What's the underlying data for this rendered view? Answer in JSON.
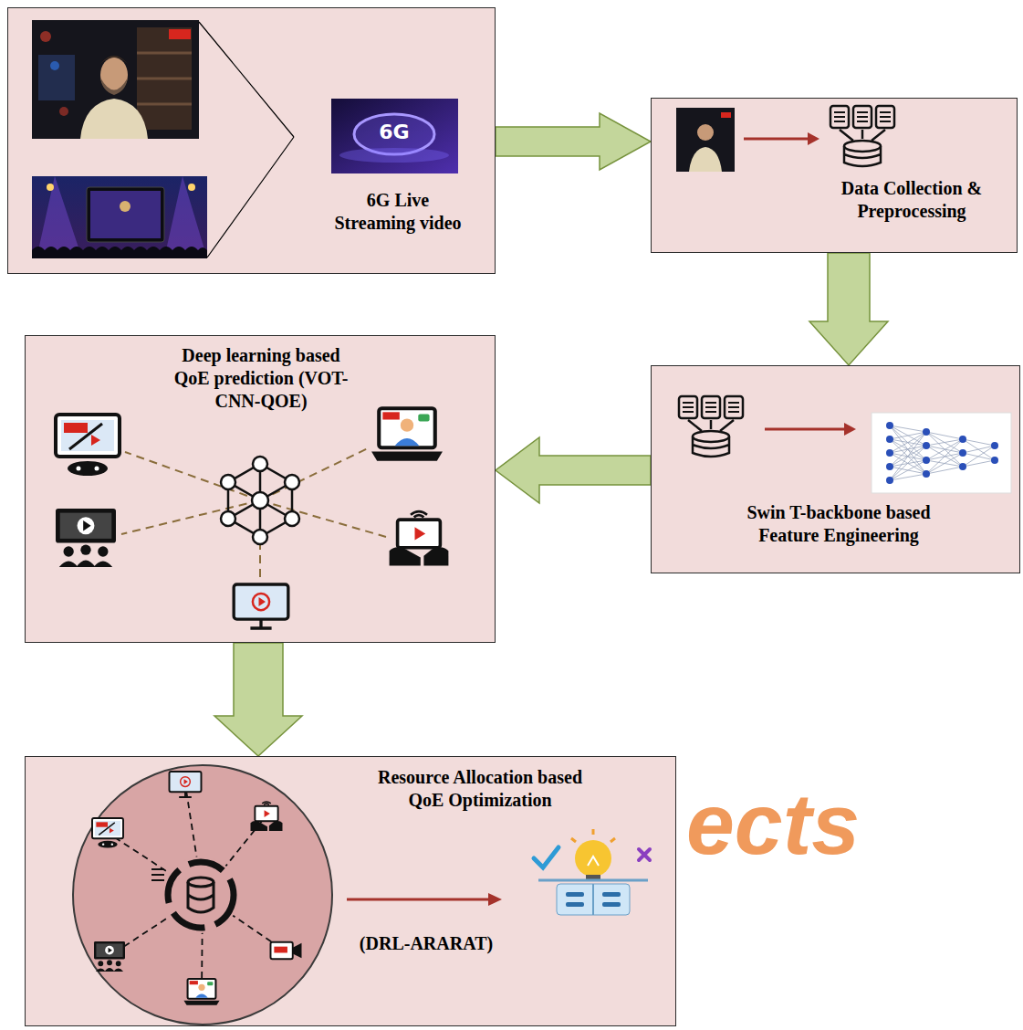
{
  "diagram": {
    "nodes": [
      {
        "text": [
          "6G Live Streaming video"
        ]
      },
      {
        "text": [
          "Data Collection & Preprocessing"
        ]
      },
      {
        "text": [
          "Swin T-backbone based Feature Engineering"
        ]
      },
      {
        "text": [
          "Deep learning based QoE prediction (VOT-CNN-QOE)"
        ]
      },
      {
        "text": [
          "Resource Allocation based QoE Optimization",
          "(DRL-ARARAT)"
        ]
      }
    ],
    "edges": [
      {
        "from": 0,
        "to": 1,
        "arrow": "to"
      },
      {
        "from": 1,
        "to": 2,
        "arrow": "to"
      },
      {
        "from": 2,
        "to": 3,
        "arrow": "to"
      },
      {
        "from": 3,
        "to": 4,
        "arrow": "to"
      }
    ],
    "labels": [
      "6G",
      "ects"
    ]
  }
}
